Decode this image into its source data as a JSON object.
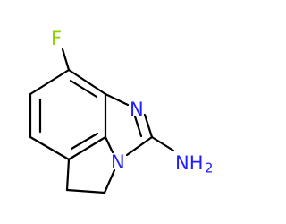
{
  "molecule": {
    "atoms": {
      "fluorine": "F",
      "imine_nitrogen": "N",
      "ring_nitrogen": "N",
      "amine": "NH",
      "amine_subscript": "2"
    },
    "colors": {
      "bonds": "#000000",
      "fluorine": "#8fce00",
      "nitrogen": "#1f1fff"
    }
  }
}
